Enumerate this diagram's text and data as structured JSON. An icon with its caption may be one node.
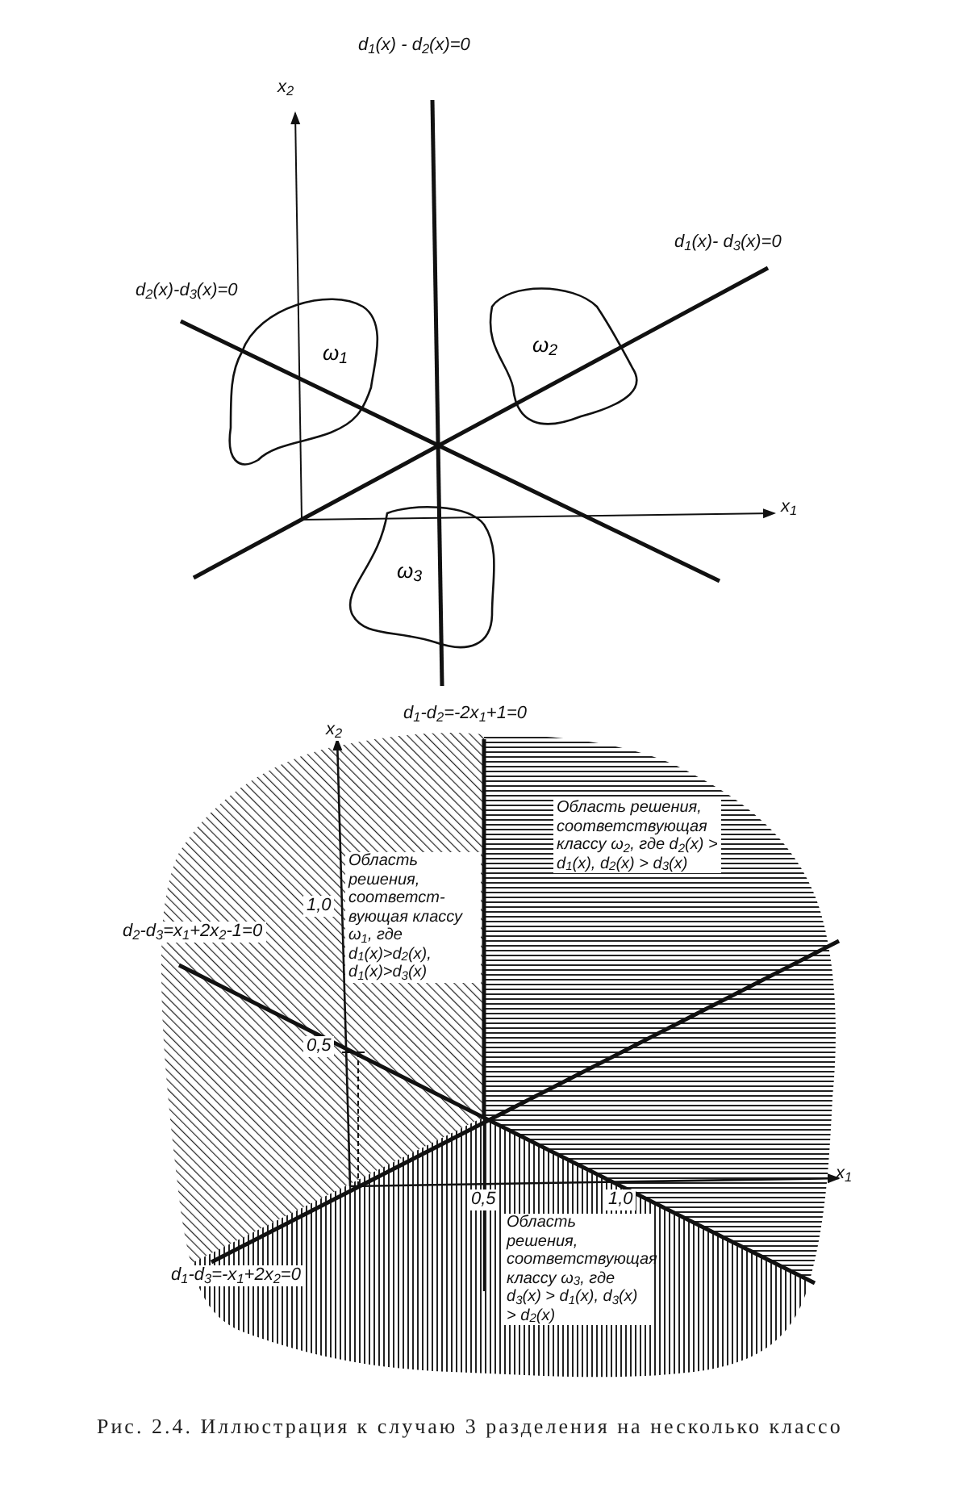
{
  "diagram": {
    "caption": "Рис. 2.4. Иллюстрация к случаю 3 разделения на несколько классо",
    "nodes": [
      {
        "text": [
          "ω$_{1}$"
        ]
      },
      {
        "text": [
          "ω$_{2}$"
        ]
      },
      {
        "text": [
          "ω$_{3}$"
        ]
      }
    ],
    "labels": [
      "x$_{2}$",
      "d$_{1}$(x) - d$_{2}$(x)=0",
      "d$_{1}$(x)- d$_{3}$(x)=0",
      "d$_{2}$(x)-d$_{3}$(x)=0",
      "x$_{1}$",
      "d$_{1}$-d$_{2}$=-2x$_{1}$+1=0",
      "x$_{2}$",
      "Область решения, соответствующая классу ω$_{2}$, где d$_{2}$(x) > d$_{1}$(x), d$_{2}$(x) > d$_{3}$(x)",
      "1,0",
      "Область решения, соответст- вующая классу ω$_{1}$, где d$_{1}$(x)>d$_{2}$(x), d$_{1}$(x)>d$_{3}$(x)",
      "d$_{2}$-d$_{3}$=x$_{1}$+2x$_{2}$-1=0",
      "0,5",
      "x$_{1}$",
      "0,5",
      "1,0",
      "Область решения, соответствующая классу ω$_{3}$, где d$_{3}$(x) > d$_{1}$(x), d$_{3}$(x) > d$_{2}$(x)",
      "d$_{1}$-d$_{3}$=-x$_{1}$+2x$_{2}$=0"
    ]
  }
}
